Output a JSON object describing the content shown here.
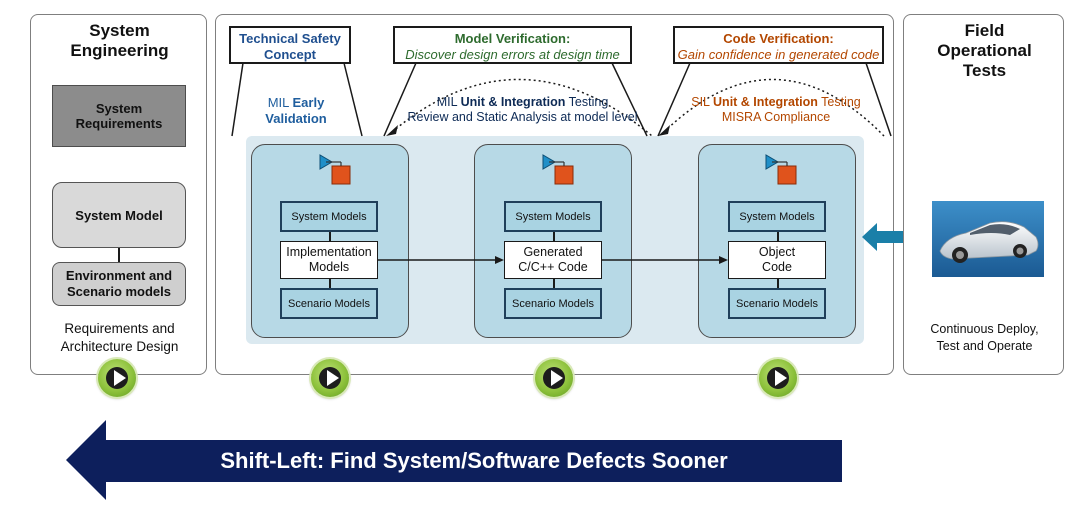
{
  "system_engineering": {
    "title_lines": [
      "System",
      "Engineering"
    ],
    "requirements_lines": [
      "System",
      "Requirements"
    ],
    "model_label": "System Model",
    "environment_lines": [
      "Environment and",
      "Scenario models"
    ],
    "caption_lines": [
      "Requirements and",
      "Architecture Design"
    ]
  },
  "callouts": {
    "safety": {
      "lines": [
        "Technical Safety",
        "Concept"
      ]
    },
    "model_verification": {
      "title": "Model Verification:",
      "subtitle": "Discover design errors at design time"
    },
    "code_verification": {
      "title": "Code Verification:",
      "subtitle": "Gain confidence in generated code"
    }
  },
  "mil_early": {
    "prefix": "MIL ",
    "bold1": "Early",
    "line2": "Validation"
  },
  "mil_testing": {
    "prefix": "MIL ",
    "bold": "Unit & Integration",
    "suffix": " Testing",
    "line2": "Review and Static Analysis at model level"
  },
  "sil_testing": {
    "prefix": "SIL ",
    "bold": "Unit & Integration",
    "suffix": " Testing",
    "line2": "MISRA Compliance"
  },
  "stages": [
    {
      "top": "System Models",
      "middle_lines": [
        "Implementation",
        "Models"
      ],
      "bottom": "Scenario Models"
    },
    {
      "top": "System Models",
      "middle_lines": [
        "Generated",
        "C/C++ Code"
      ],
      "bottom": "Scenario Models"
    },
    {
      "top": "System Models",
      "middle_lines": [
        "Object",
        "Code"
      ],
      "bottom": "Scenario Models"
    }
  ],
  "field": {
    "title_lines": [
      "Field",
      "Operational",
      "Tests"
    ],
    "caption_lines": [
      "Continuous Deploy,",
      "Test and Operate"
    ]
  },
  "shift_left": {
    "label": "Shift-Left: Find System/Software Defects Sooner"
  },
  "colors": {
    "arrow_navy": "#0d1f5c",
    "stage_fill": "#b7d9e6",
    "teal_arrow": "#1a7fa8",
    "code_verification_text": "#b34700",
    "model_verification_text": "#2e6b2e",
    "label_blue": "#1f5e9e"
  }
}
